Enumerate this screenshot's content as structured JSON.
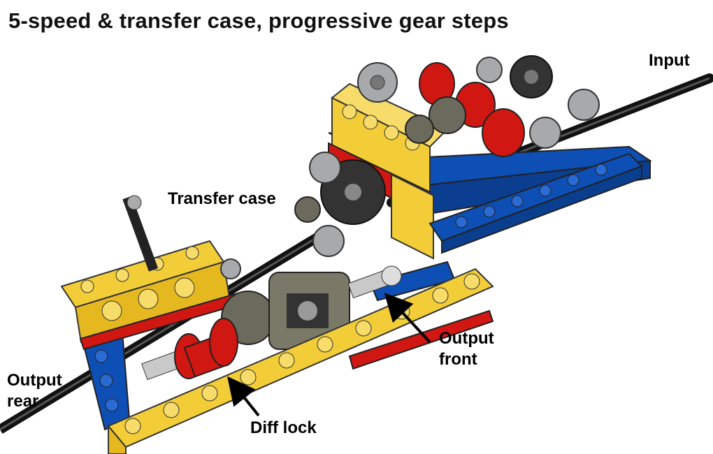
{
  "title": "5-speed & transfer case, progressive gear steps",
  "labels": {
    "input": "Input",
    "transfer_case": "Transfer case",
    "output_front_line1": "Output",
    "output_front_line2": "front",
    "output_rear_line1": "Output",
    "output_rear_line2": "rear",
    "diff_lock": "Diff lock"
  },
  "colors": {
    "brick_yellow": "#f2cd37",
    "brick_red": "#d01712",
    "brick_blue": "#0d4fb5",
    "gear_light_gray": "#a8a9ab",
    "gear_dark_gray": "#6b6a5c",
    "gear_black": "#222222",
    "axle_black": "#1a1a1a"
  },
  "icons": [
    "gear-icon",
    "arrow-icon"
  ]
}
